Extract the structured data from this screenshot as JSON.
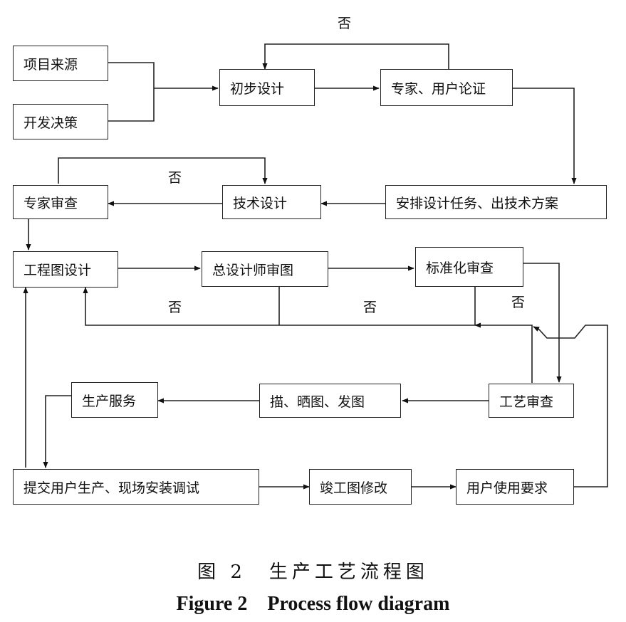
{
  "nodes": {
    "project_source": "项目来源",
    "dev_decision": "开发决策",
    "preliminary_design": "初步设计",
    "expert_user_review": "专家、用户论证",
    "arrange_tasks": "安排设计任务、出技术方案",
    "technical_design": "技术设计",
    "expert_review": "专家审查",
    "engineering_drawing": "工程图设计",
    "chief_designer_review": "总设计师审图",
    "standardization_review": "标准化审查",
    "process_review": "工艺审查",
    "trace_print": "描、晒图、发图",
    "production_service": "生产服务",
    "submit_user": "提交用户生产、现场安装调试",
    "as_built_revision": "竣工图修改",
    "user_requirements": "用户使用要求"
  },
  "labels": {
    "no": "否"
  },
  "caption": {
    "zh": "图 2　生产工艺流程图",
    "en": "Figure 2　Process flow diagram"
  }
}
